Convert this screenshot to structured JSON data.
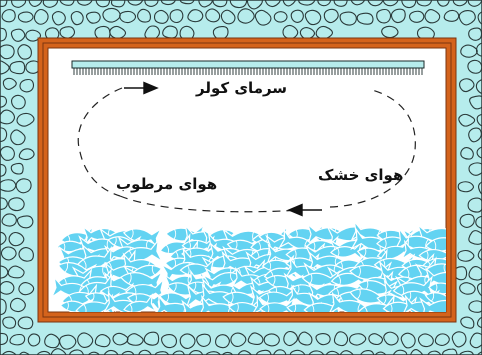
{
  "labels": {
    "cooler": "سرمای کولر",
    "humid_air": "هوای مرطوب",
    "dry_air": "هوای خشک"
  },
  "colors": {
    "outer_fill": "#b6ecec",
    "stone_stroke": "#2a3a3a",
    "wall_frame": "#d4631c",
    "wall_inner_line": "#7a3410",
    "room_fill": "#ffffff",
    "cooler_pipe": "#b6ecec",
    "fish_fill": "#63d3f2",
    "text": "#111111"
  },
  "icons": {
    "cooler": "cooling-pipe-icon",
    "airflow": "dashed-arrow-loop-icon",
    "fish": "fish-pile-icon"
  }
}
